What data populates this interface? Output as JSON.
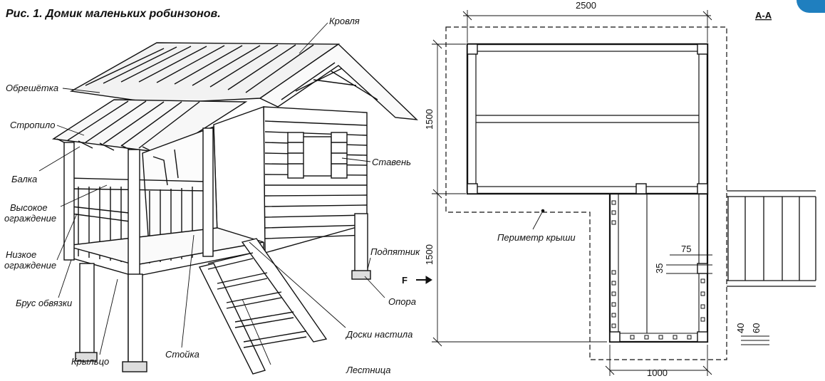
{
  "title": "Рис. 1. Домик маленьких робинзонов.",
  "section_label": "А-А",
  "view_marker": "F",
  "labels": {
    "roof": "Кровля",
    "lathing": "Обрешётка",
    "rafter": "Стропило",
    "beam": "Балка",
    "high_railing_1": "Высокое",
    "high_railing_2": "ограждение",
    "low_railing_1": "Низкое",
    "low_railing_2": "ограждение",
    "strapping_beam": "Брус обвязки",
    "porch": "Крыльцо",
    "post": "Стойка",
    "ladder": "Лестница",
    "deck_boards": "Доски настила",
    "support": "Опора",
    "post_base": "Подпятник",
    "shutter": "Ставень",
    "roof_perimeter": "Периметр крыши"
  },
  "dimensions": {
    "width_top": "2500",
    "height_upper": "1500",
    "height_lower": "1500",
    "width_bottom": "1000",
    "d75": "75",
    "d35": "35",
    "d40": "40",
    "d60": "60"
  },
  "colors": {
    "line": "#111111",
    "accent": "#1f7fbf"
  }
}
